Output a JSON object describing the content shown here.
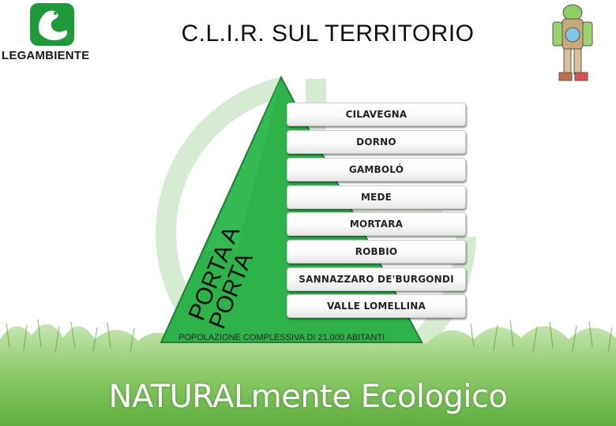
{
  "header": {
    "logo_text": "LEGAMBIENTE",
    "title": "C.L.I.R. SUL TERRITORIO"
  },
  "triangle": {
    "side_text_line1": "PORTA A",
    "side_text_line2": "PORTA"
  },
  "municipalities": [
    "CILAVEGNA",
    "DORNO",
    "GAMBOLÓ",
    "MEDE",
    "MORTARA",
    "ROBBIO",
    "SANNAZZARO DE'BURGONDI",
    "VALLE LOMELLINA"
  ],
  "population_note": "POPOLAZIONE COMPLESSIVA DI 21.000 ABITANTI",
  "banner": "NATURALmente Ecologico",
  "colors": {
    "triangle_green": "#2db34a",
    "watermark_green": "#cfe9c9",
    "grass_green": "#7cc25a"
  }
}
